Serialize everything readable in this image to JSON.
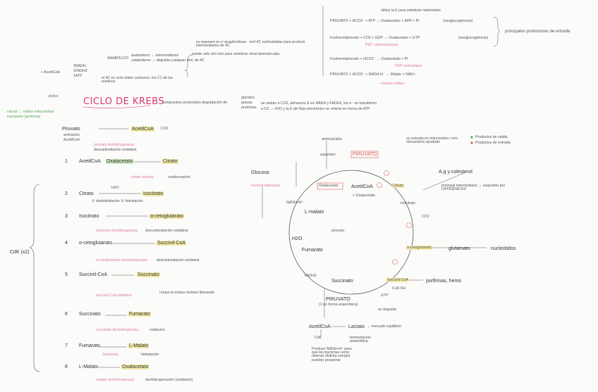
{
  "title": "CICLO DE KREBS",
  "header": {
    "intro_left": [
      "3NADH",
      "1FADH2",
      "1ATP"
    ],
    "acetil": "+ AcetilCoA",
    "anabolico": "ANABÓLICO",
    "anabolico_a": "anabolismo → intermediarios",
    "anabolico_b": "catabolismo → degrada cualquier mol. de 4C",
    "intermediarios": "se exponen en rr anapleróticas · mol 4C carboxiladas para producir intermediarios de 4C",
    "puede": "puede salir del ciclo para sintetizar otras biomoléculas",
    "c1": "el 4C es ciclo obten carbonos, los C1 de los residuos",
    "ciclico": "cíclico",
    "glucidos": "glúcidos",
    "grasas": "grasas",
    "proteinas": "proteínas",
    "compuestos": "compuestos producidos degradación de",
    "oxidan": "se oxidan a CO2, almacena E en NADH y FADH2, los e⁻ se transfieren",
    "atp": "a O2 → H2O y la E del flujo electrónico se retiene en forma de ATP"
  },
  "side_notes": {
    "citosol": "citosol → matriz mitocondrial",
    "transporte": "transporte (proteína)",
    "piruvato": "Piruvato",
    "acetil": "AcetilCoA",
    "co2": "CO2",
    "activacion": "activación",
    "acetilcoa_lbl": "AcetilCoA",
    "pdh": "piruvato deshidrogenasa",
    "desc_ox": "descarboxilación oxidativa"
  },
  "right_top": {
    "line1": "PIRUVATO + HCO3⁻ + ATP → Oxalacetato + ADP + Pi",
    "line1_note": "utiliza la E para sintetizar malonetato",
    "line1_enz": "(neoglucogénesis)",
    "line2": "Fosfoenolpiruvato + CO2 + GDP → Oxalacetato + GTP",
    "line2_enz": "(neoglucogénesis)",
    "line2_sub": "PEP carboxiquinasa",
    "line3": "Fosfoenolpiruvato + HCO3⁻ → Oxalacetato + Pi",
    "line3_sub": "PEP carboxilasa",
    "line4": "PIRUVATO + HCO3⁻ + NADH·H⁺ → Malato + NAD+",
    "line4_sub": "enzima málica",
    "principal": "principales productores de entrada"
  },
  "steps": [
    {
      "n": "1",
      "a": "AcetilCoA",
      "b": "Oxalacetato",
      "c": "Citrato",
      "enz": "citrato sintasa",
      "note": "condensación"
    },
    {
      "n": "2",
      "a": "Citrato",
      "b": "",
      "c": "Isocitrato",
      "enz": "① deshidratación  ② hidratación",
      "note": "H2O"
    },
    {
      "n": "3",
      "a": "Isocitrato",
      "b": "",
      "c": "α-cetoglutarato",
      "enz": "isocitrato deshidrogenasa",
      "note": "descarboxilación oxidativa"
    },
    {
      "n": "4",
      "a": "α-cetoglutarato",
      "b": "",
      "c": "Succinil-CoA",
      "enz": "α-cetoglutarato deshidrogenasa",
      "note": "descarboxilación oxidativa"
    },
    {
      "n": "5",
      "a": "Succinil-CoA",
      "b": "",
      "c": "Succinato",
      "enz": "succinil-CoA sintetasa",
      "note": "rompe el enlace tioéster liberando"
    },
    {
      "n": "6",
      "a": "Succinato",
      "b": "",
      "c": "Fumarato",
      "enz": "succinato deshidrogenasa",
      "note": "oxidación"
    },
    {
      "n": "7",
      "a": "Fumarato",
      "b": "",
      "c": "L-Malato",
      "enz": "fumarasa",
      "note": "hidratación"
    },
    {
      "n": "8",
      "a": "L-Malato",
      "b": "",
      "c": "Oxalacetato",
      "enz": "malato deshidrogenasa",
      "note": "deshidrogenación (oxidación)"
    }
  ],
  "cdk": "CdK (x2)",
  "cycle": {
    "oxalacetato": "Oxalacetato",
    "acetilcoa": "AcetilCoA",
    "oxalacetato2": "+ Oxalacetato",
    "citrato": "Citrato",
    "isocitrato": "Isocitrato",
    "cetoglutarato": "α-cetoglutarato",
    "succinilcoa": "Succinil-CoA",
    "succinato": "Succinato",
    "fumarato": "Fumarato",
    "malato": "L-malato",
    "piruvato": "PIRUVATO",
    "piruvato2": "piruvato",
    "glucosa": "Glucosa",
    "fosfo": "Fosfoenolpiruvato",
    "aspartato": "aspartato",
    "aminoacidos": "aminoácidos",
    "glutamato": "glutamato",
    "nucleotidos": "nucleótidos",
    "porfirinas": "porfirinas, hemo",
    "h2o": "H2O",
    "nadh": "NADH+H⁺",
    "fadh2": "FADH2",
    "gtp": "GTP",
    "co2": "CO2",
    "coash": "CoA-SH",
    "leg_salida": "Productos de salida",
    "leg_entrada": "Productos de entrada",
    "entrada_note": "su entrada en mitocondria / otro mecanismo ayudado",
    "precursores": "principal intermediario → esqueleto por LIPOGÉNESIS",
    "ag": "A.g y colesterol"
  },
  "bottom": {
    "piruvato": "PIRUVATO",
    "cond": "(1 de forma anaeróbica)",
    "acetil": "AcetilCoA",
    "lactato": "Lactato",
    "equilibrio": "→ mercado equilibrio",
    "cdk": "CdK",
    "degrada": "se degrada",
    "ferm": "fermentación anaeróbica",
    "produce": "Produce NADH+H⁺ para que las bacterias como obtener distinta energía puedan prosperar"
  }
}
